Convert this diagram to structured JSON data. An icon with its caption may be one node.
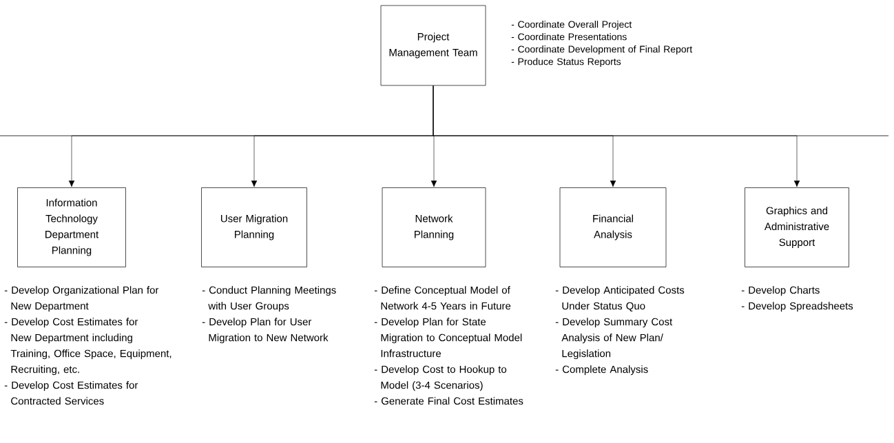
{
  "diagram": {
    "nodes": [
      {
        "text": [
          "Project Management Team"
        ],
        "beside": [
          "- Coordinate Overall Project",
          "- Coordinate Presentations",
          "- Coordinate Development of Final Report",
          "- Produce Status Reports"
        ]
      },
      {
        "text": [
          "Information Technology Department Planning"
        ],
        "beside": [
          "- Develop Organizational Plan for New Department",
          "- Develop Cost Estimates for New Department including Training, Office Space, Equipment, Recruiting, etc.",
          "- Develop Cost Estimates for Contracted Services"
        ]
      },
      {
        "text": [
          "User Migration Planning"
        ],
        "beside": [
          "- Conduct Planning Meetings with User Groups",
          "- Develop Plan for User Migration to New Network"
        ]
      },
      {
        "text": [
          "Network Planning"
        ],
        "beside": [
          "- Define Conceptual Model of Network 4-5 Years in Future",
          "- Develop Plan for State Migration to Conceptual Model Infrastructure",
          "- Develop Cost to Hookup to Model (3-4 Scenarios)",
          "- Generate Final Cost Estimates"
        ]
      },
      {
        "text": [
          "Financial Analysis"
        ],
        "beside": [
          "- Develop Anticipated Costs Under Status Quo",
          "- Develop Summary Cost Analysis of New Plan/ Legislation",
          "- Complete Analysis"
        ]
      },
      {
        "text": [
          "Graphics and Administrative Support"
        ],
        "beside": [
          "- Develop Charts",
          "- Develop Spreadsheets"
        ]
      }
    ],
    "edges": [
      {
        "from": 0,
        "to": 1,
        "arrow": "to"
      },
      {
        "from": 0,
        "to": 2,
        "arrow": "to"
      },
      {
        "from": 0,
        "to": 3,
        "arrow": "to"
      },
      {
        "from": 0,
        "to": 4,
        "arrow": "to"
      },
      {
        "from": 0,
        "to": 5,
        "arrow": "to"
      }
    ]
  }
}
